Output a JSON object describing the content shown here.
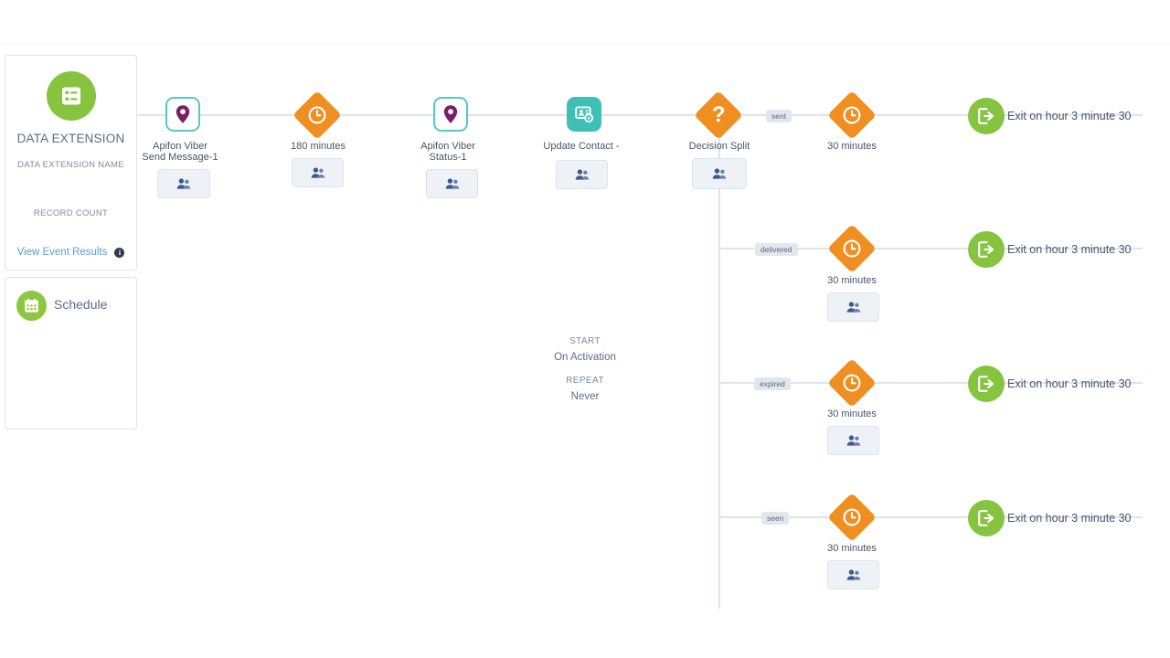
{
  "source_card": {
    "icon": "data-extension-list-icon",
    "title": "DATA EXTENSION",
    "subtitle": "DATA EXTENSION NAME",
    "record_count_label": "RECORD COUNT",
    "link_label": "View Event Results",
    "badge_glyph": "i",
    "accent_green": "#86c440",
    "link_color": "#5b9bd8"
  },
  "schedule_card": {
    "icon": "calendar-icon",
    "title": "Schedule",
    "start_label": "START",
    "start_value": "On Activation",
    "repeat_label": "REPEAT",
    "repeat_value": "Never"
  },
  "flow": {
    "main_nodes": [
      {
        "id": "viber-send",
        "icon": "viber-pin-icon",
        "shape": "rounded-square-outline",
        "caption": "Apifon Viber\nSend Message-1",
        "chip_icon": "contacts-icon"
      },
      {
        "id": "wait-180",
        "icon": "clock-icon",
        "shape": "diamond",
        "caption": "180 minutes",
        "chip_icon": "contacts-icon"
      },
      {
        "id": "viber-status",
        "icon": "viber-pin-icon",
        "shape": "rounded-square-outline",
        "caption": "Apifon Viber\nStatus-1",
        "chip_icon": "contacts-icon"
      },
      {
        "id": "update-contact",
        "icon": "update-contact-icon",
        "shape": "rounded-square-filled",
        "caption": "Update Contact -",
        "chip_icon": "contacts-icon"
      },
      {
        "id": "decision-split",
        "icon": "question-mark-icon",
        "shape": "diamond",
        "caption": "Decision Split",
        "chip_icon": "contacts-icon"
      }
    ],
    "branches": [
      {
        "label": "sent",
        "wait_caption": "30 minutes",
        "exit_label": "Exit on hour 3 minute 30",
        "chip_icon": "contacts-icon"
      },
      {
        "label": "delivered",
        "wait_caption": "30 minutes",
        "exit_label": "Exit on hour 3 minute 30",
        "chip_icon": "contacts-icon"
      },
      {
        "label": "expired",
        "wait_caption": "30 minutes",
        "exit_label": "Exit on hour 3 minute 30",
        "chip_icon": "contacts-icon"
      },
      {
        "label": "seen",
        "wait_caption": "30 minutes",
        "exit_label": "Exit on hour 3 minute 30",
        "chip_icon": "contacts-icon"
      }
    ],
    "colors": {
      "wait_orange": "#ef8f22",
      "teal": "#3fbfb6",
      "teal_outline": "#54c9c4",
      "viber_purple": "#7b1e6a",
      "exit_green": "#86c440",
      "connector": "#dbe4ef"
    }
  }
}
